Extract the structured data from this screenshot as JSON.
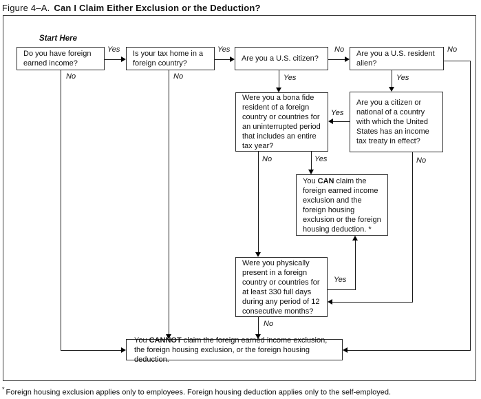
{
  "title": {
    "prefix": "Figure 4–A.",
    "main": "Can I Claim Either Exclusion or the Deduction?"
  },
  "start_here": "Start Here",
  "labels": {
    "yes": "Yes",
    "no": "No"
  },
  "nodes": {
    "foreign_income": {
      "text": "Do you have foreign earned income?"
    },
    "tax_home": {
      "text": "Is your tax home in a foreign country?"
    },
    "us_citizen": {
      "text": "Are you a U.S. citizen?"
    },
    "resident_alien": {
      "text": "Are you a U.S. resident alien?"
    },
    "bona_fide": {
      "text": "Were you a bona fide resident of a foreign country or countries for an uninterrupted period that includes an entire tax year?"
    },
    "tax_treaty": {
      "text": "Are you a citizen or national of a country with which the United States has an income tax treaty in effect?"
    },
    "physical_presence": {
      "text": "Were you physically present in a foreign country or countries for at least 330 full days during any period of 12 consecutive months?"
    },
    "can_claim": {
      "pre": "You",
      "bold": "CAN",
      "rest": "claim the foreign earned income exclusion and the foreign housing exclusion or the foreign housing deduction. *"
    },
    "cannot_claim": {
      "pre": "You",
      "bold": "CANNOT",
      "rest": "claim the foreign earned income exclusion, the foreign housing exclusion, or the foreign housing deduction."
    }
  },
  "footnote": {
    "marker": "*",
    "text": "Foreign housing exclusion applies only to employees. Foreign housing deduction applies only to the self-employed."
  }
}
